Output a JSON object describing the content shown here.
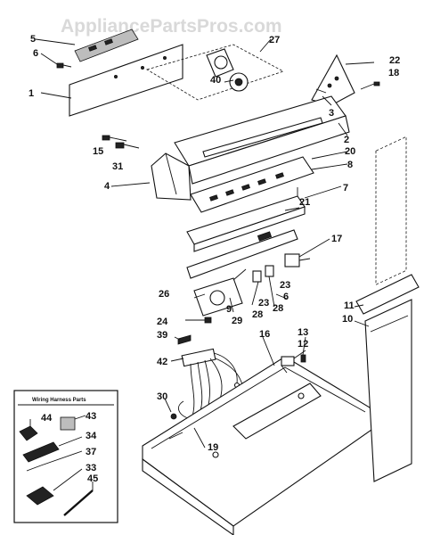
{
  "watermark": "AppliancePartsPros.com",
  "inset": {
    "title": "Wiring Harness Parts",
    "labels": [
      "44",
      "43",
      "34",
      "37",
      "33",
      "45"
    ]
  },
  "callouts": {
    "c1": "1",
    "c2": "2",
    "c3": "3",
    "c4": "4",
    "c5": "5",
    "c6a": "6",
    "c6b": "6",
    "c7": "7",
    "c8": "8",
    "c9": "9",
    "c10": "10",
    "c11": "11",
    "c12": "12",
    "c13": "13",
    "c15": "15",
    "c16": "16",
    "c17": "17",
    "c18": "18",
    "c19": "19",
    "c20": "20",
    "c21": "21",
    "c22": "22",
    "c23a": "23",
    "c23b": "23",
    "c24": "24",
    "c26": "26",
    "c27": "27",
    "c28a": "28",
    "c28b": "28",
    "c29": "29",
    "c30": "30",
    "c31": "31",
    "c39": "39",
    "c40": "40",
    "c42": "42"
  }
}
